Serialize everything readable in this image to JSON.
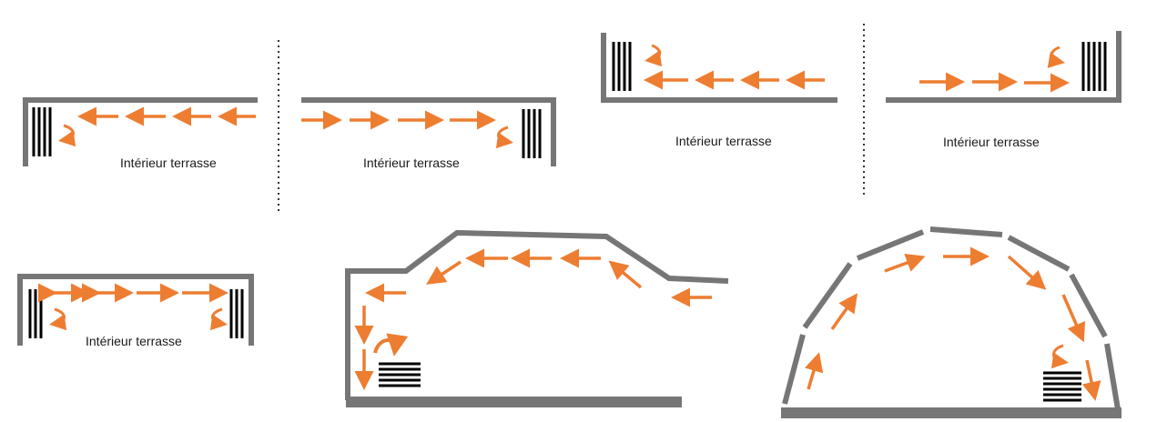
{
  "labels": {
    "panel1": "Intérieur terrasse",
    "panel2": "Intérieur terrasse",
    "panel3": "Intérieur terrasse",
    "panel4": "Intérieur terrasse",
    "panel5": "Intérieur terrasse"
  },
  "colors": {
    "wall": "#767676",
    "arrow": "#ed7d31",
    "heater": "#000000",
    "separator": "#333333"
  },
  "icons": {
    "flow_arrow": "straight-arrow-icon",
    "return_arrow": "curved-return-arrow-icon",
    "heater": "radiator-icon"
  }
}
